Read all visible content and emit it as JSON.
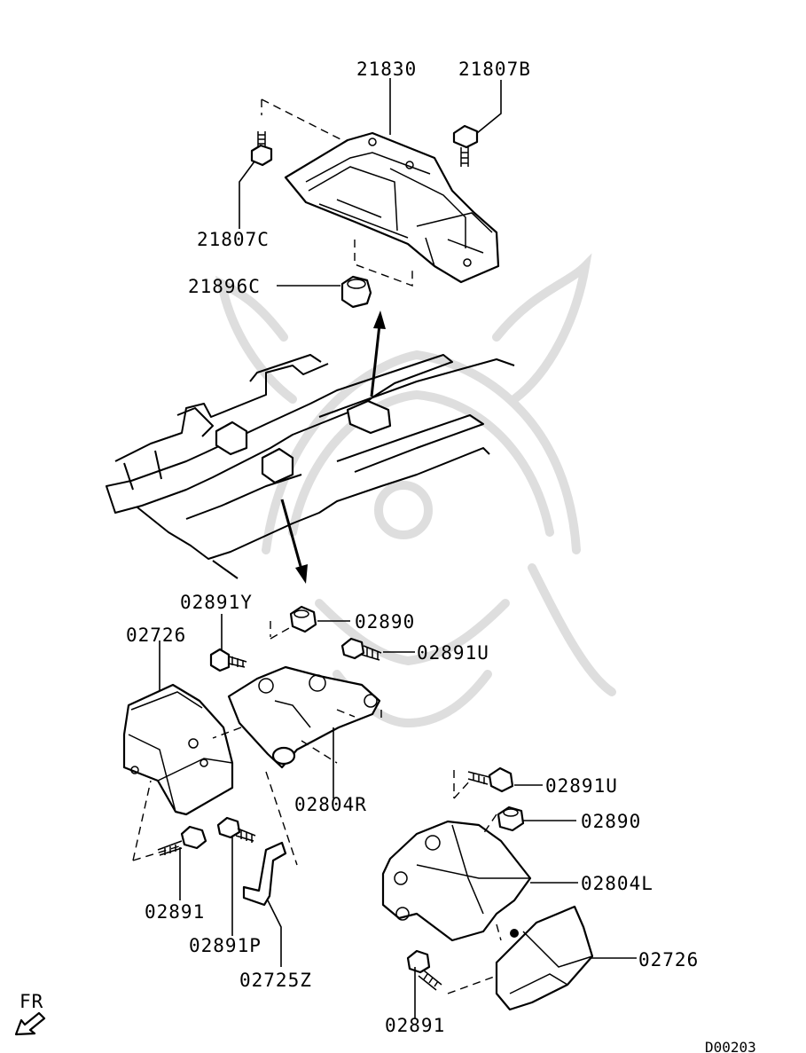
{
  "parts": {
    "p21830": "21830",
    "p21807B": "21807B",
    "p21807C": "21807C",
    "p21896C": "21896C",
    "p02891Y": "02891Y",
    "p02890_top": "02890",
    "p02891U_top": "02891U",
    "p02726_left": "02726",
    "p02804R": "02804R",
    "p02891_left": "02891",
    "p02891P": "02891P",
    "p02725Z": "02725Z",
    "p02891U_right": "02891U",
    "p02890_right": "02890",
    "p02804L": "02804L",
    "p02726_right": "02726",
    "p02891_right": "02891"
  },
  "direction_label": "FR",
  "diagram_code": "D00203"
}
